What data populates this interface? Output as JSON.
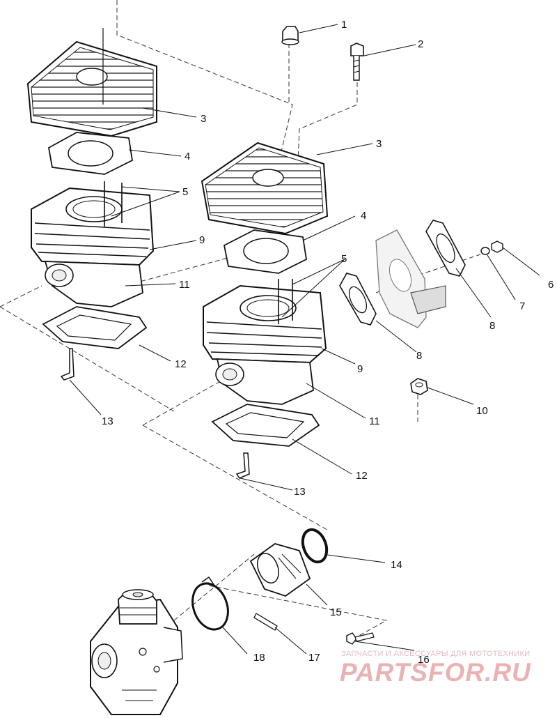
{
  "callouts": {
    "c1": "1",
    "c2": "2",
    "c3a": "3",
    "c3b": "3",
    "c4a": "4",
    "c4b": "4",
    "c5a": "5",
    "c5b": "5",
    "c6": "6",
    "c7": "7",
    "c8a": "8",
    "c8b": "8",
    "c9a": "9",
    "c9b": "9",
    "c10": "10",
    "c11a": "11",
    "c11b": "11",
    "c12a": "12",
    "c12b": "12",
    "c13a": "13",
    "c13b": "13",
    "c14": "14",
    "c15": "15",
    "c16": "16",
    "c17": "17",
    "c18": "18"
  },
  "watermark": {
    "tagline": "ЗАПЧАСТИ И АКСЕССУАРЫ ДЛЯ МОТОТЕХНИКИ",
    "brand": "PARTSFOR.RU",
    "color": "#e8aaaa"
  }
}
